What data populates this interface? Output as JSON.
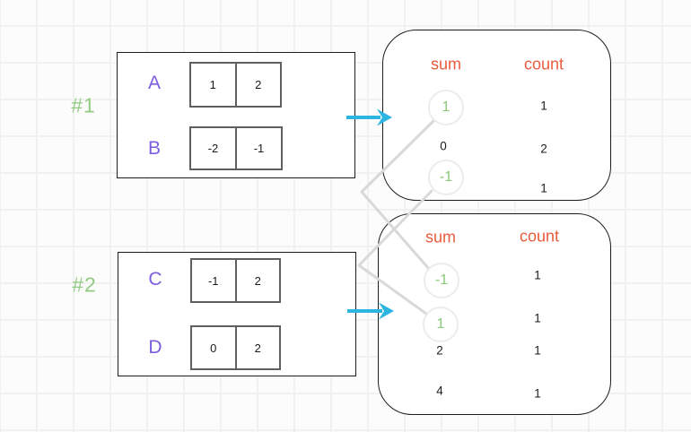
{
  "palette": {
    "bg": "#fcfcfc",
    "grid": "#f1f1f1",
    "ink": "#1b1b1b",
    "purple": "#7c5cdf",
    "green-label": "#93cb82",
    "green-value": "#8cc878",
    "orange": "#e85c3d",
    "arrow": "#2db5e2",
    "connector": "#d9d9d9",
    "circle-border": "#ececec",
    "box-border": "#1c1c1c",
    "cell-border": "#5f5f5f"
  },
  "groups": [
    {
      "tag": "#1",
      "arrays": [
        {
          "name": "A",
          "cells": [
            "1",
            "2"
          ]
        },
        {
          "name": "B",
          "cells": [
            "-2",
            "-1"
          ]
        }
      ],
      "table": {
        "sum_header": "sum",
        "count_header": "count",
        "rows": [
          {
            "sum": "1",
            "count": "1",
            "highlighted": true
          },
          {
            "sum": "0",
            "count": "2",
            "highlighted": false
          },
          {
            "sum": "-1",
            "count": "1",
            "highlighted": true
          }
        ]
      }
    },
    {
      "tag": "#2",
      "arrays": [
        {
          "name": "C",
          "cells": [
            "-1",
            "2"
          ]
        },
        {
          "name": "D",
          "cells": [
            "0",
            "2"
          ]
        }
      ],
      "table": {
        "sum_header": "sum",
        "count_header": "count",
        "rows": [
          {
            "sum": "-1",
            "count": "1",
            "highlighted": true
          },
          {
            "sum": "1",
            "count": "1",
            "highlighted": true
          },
          {
            "sum": "2",
            "count": "1",
            "highlighted": false
          },
          {
            "sum": "4",
            "count": "1",
            "highlighted": false
          }
        ]
      }
    }
  ]
}
